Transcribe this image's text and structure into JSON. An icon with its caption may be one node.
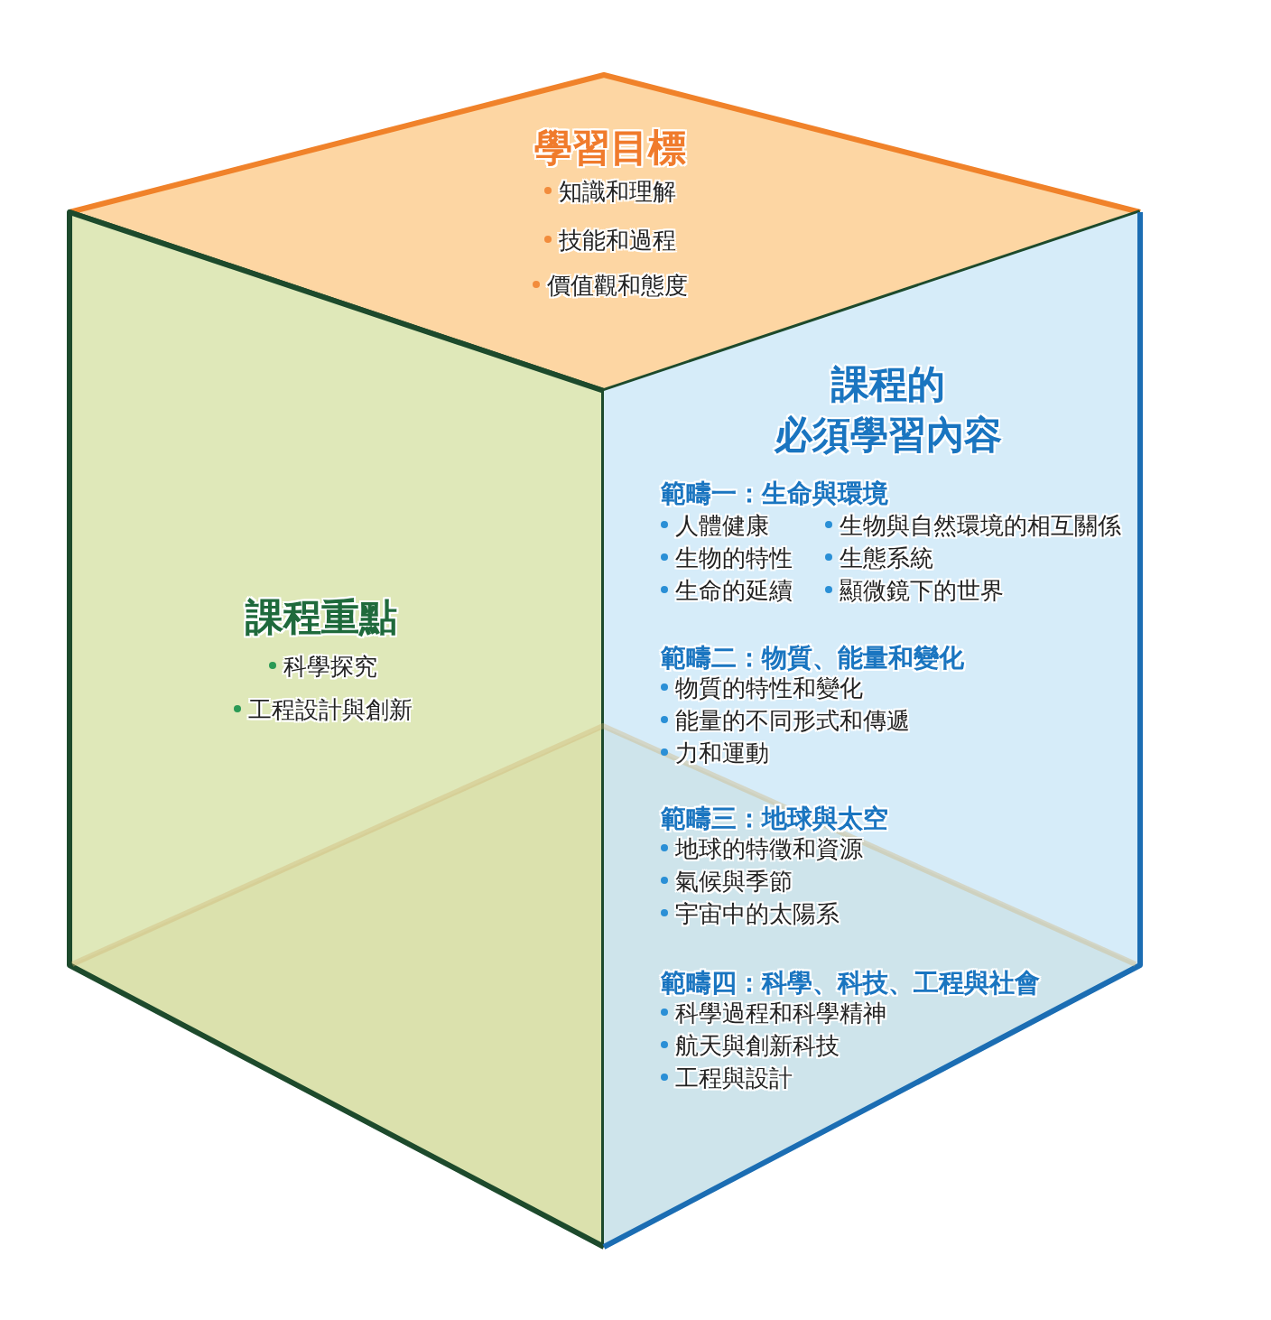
{
  "diagram": {
    "nodes": [
      {
        "text": [
          "學習目標",
          "知識和理解",
          "技能和過程",
          "價值觀和態度"
        ]
      },
      {
        "text": [
          "課程重點",
          "科學探究",
          "工程設計與創新"
        ]
      },
      {
        "text": [
          "課程的必須學習內容",
          "範疇一：生命與環境",
          "人體健康",
          "生物與自然環境的相互關係",
          "生物的特性",
          "生態系統",
          "生命的延續",
          "顯微鏡下的世界",
          "範疇二：物質、能量和變化",
          "物質的特性和變化",
          "能量的不同形式和傳遞",
          "力和運動",
          "範疇三：地球與太空",
          "地球的特徵和資源",
          "氣候與季節",
          "宇宙中的太陽系",
          "範疇四：科學、科技、工程與社會",
          "科學過程和科學精神",
          "航天與創新科技",
          "工程與設計"
        ]
      }
    ]
  }
}
